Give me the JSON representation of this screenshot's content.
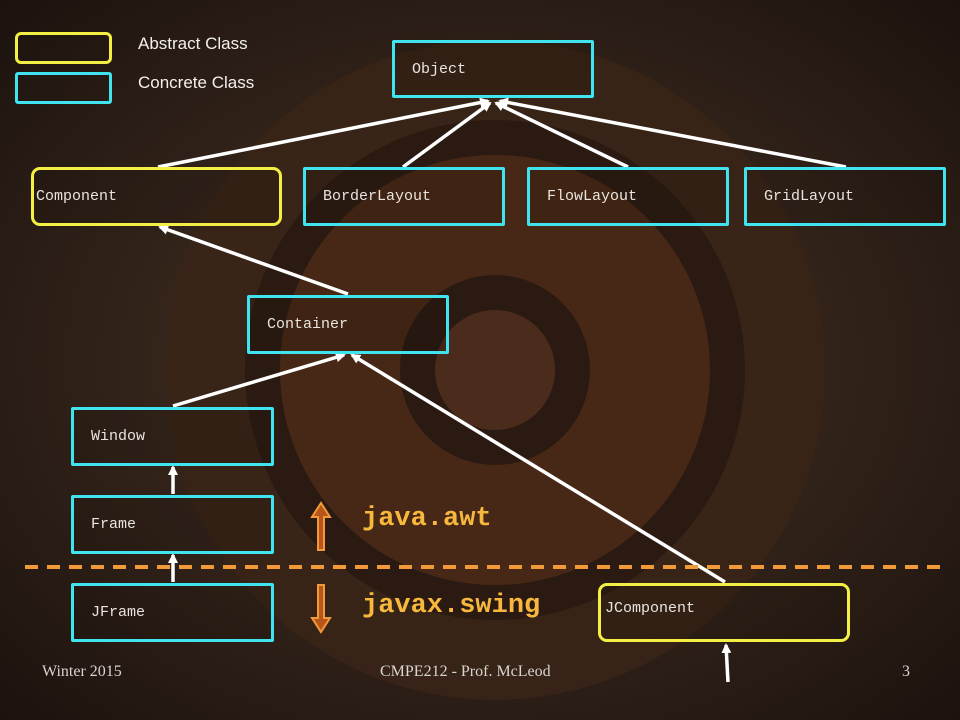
{
  "legend": {
    "abstract_label": "Abstract Class",
    "concrete_label": "Concrete Class"
  },
  "classes": {
    "object": "Object",
    "component": "Component",
    "borderlayout": "BorderLayout",
    "flowlayout": "FlowLayout",
    "gridlayout": "GridLayout",
    "container": "Container",
    "window": "Window",
    "frame": "Frame",
    "jframe": "JFrame",
    "jcomponent": "JComponent"
  },
  "packages": {
    "awt": "java.awt",
    "swing": "javax.swing"
  },
  "footer": {
    "left": "Winter 2015",
    "center": "CMPE212 - Prof. McLeod",
    "page": "3"
  },
  "colors": {
    "abstract_border": "#f3ef45",
    "concrete_border": "#3fe4ef",
    "package_text": "#f7b83d",
    "divider": "#f29a3a",
    "arrow": "#ffffff"
  }
}
